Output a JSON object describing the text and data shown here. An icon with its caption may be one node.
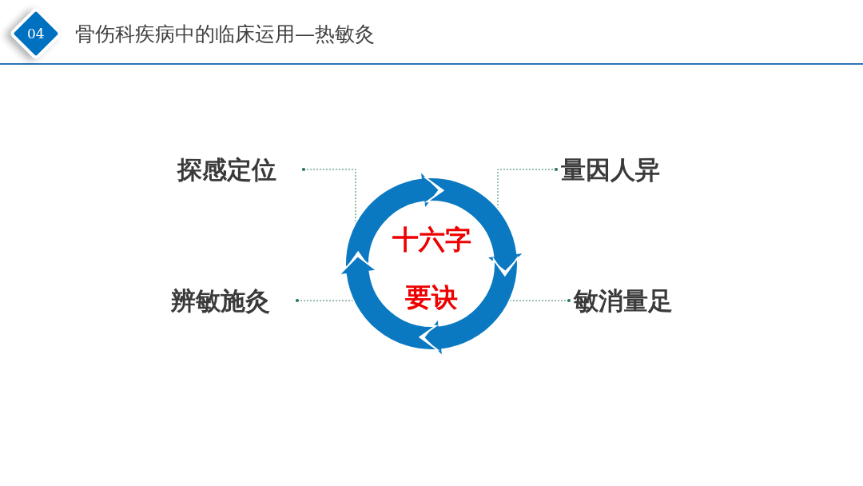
{
  "diagram": {
    "title": "骨伤科疾病中的临床运用—热敏灸",
    "nodes": [
      {
        "text": [
          "04"
        ]
      },
      {
        "text": [
          "十六字",
          "要诀"
        ]
      },
      {
        "text": [
          "探感定位"
        ]
      },
      {
        "text": [
          "量因人异"
        ]
      },
      {
        "text": [
          "辨敏施灸"
        ]
      },
      {
        "text": [
          "敏消量足"
        ]
      }
    ],
    "edges": [
      {
        "from": 2,
        "to": 1,
        "arrow": "other",
        "style": "dashed",
        "color": "#2e7d5b"
      },
      {
        "from": 3,
        "to": 1,
        "arrow": "other",
        "style": "dashed",
        "color": "#2e7d5b"
      },
      {
        "from": 4,
        "to": 1,
        "arrow": "other",
        "style": "dashed",
        "color": "#2e7d5b"
      },
      {
        "from": 5,
        "to": 1,
        "arrow": "other",
        "style": "dashed",
        "color": "#2e7d5b"
      }
    ]
  }
}
